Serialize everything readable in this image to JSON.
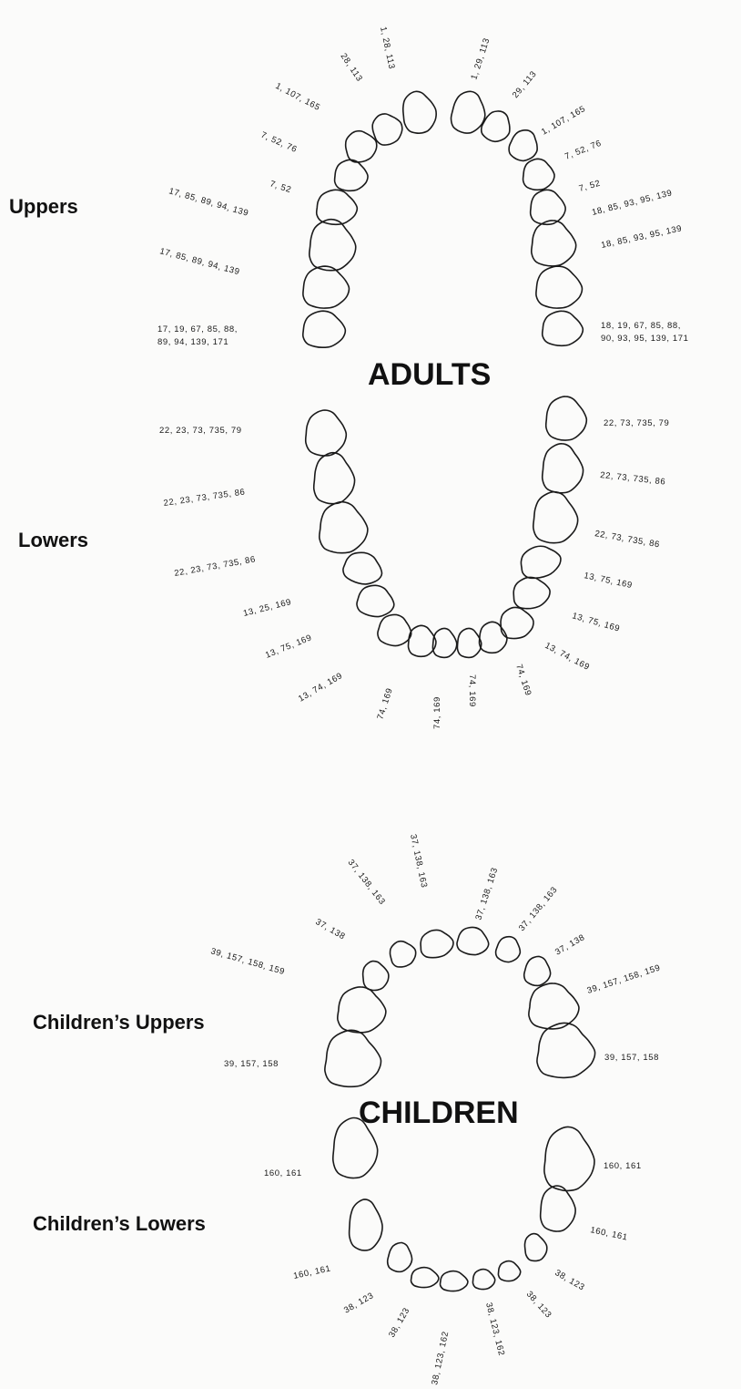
{
  "adults": {
    "title": "ADULTS",
    "uppers_label": "Uppers",
    "lowers_label": "Lowers",
    "upper_left": [
      "1, 28, 113",
      "28, 113",
      "1, 107, 165",
      "7, 52, 76",
      "7, 52",
      "17, 85, 89, 94, 139",
      "17, 85, 89, 94, 139",
      [
        "17, 19, 67, 85, 88,",
        "89, 94, 139, 171"
      ]
    ],
    "upper_right": [
      "1, 29, 113",
      "29, 113",
      "1, 107, 165",
      "7, 52, 76",
      "7, 52",
      "18, 85, 93, 95, 139",
      "18, 85, 93, 95, 139",
      [
        "18, 19, 67, 85, 88,",
        "90, 93, 95, 139, 171"
      ]
    ],
    "lower_left": [
      "22, 23, 73, 735, 79",
      "22, 23, 73, 735, 86",
      "22, 23, 73, 735, 86",
      "13, 25, 169",
      "13, 75, 169",
      "13, 74, 169",
      "74, 169",
      "74, 169"
    ],
    "lower_right": [
      "22, 73, 735, 79",
      "22, 73, 735, 86",
      "22, 73, 735, 86",
      "13, 75, 169",
      "13, 75, 169",
      "13, 74, 169",
      "74, 169",
      "74, 169"
    ]
  },
  "children": {
    "title": "CHILDREN",
    "uppers_label": "Children’s Uppers",
    "lowers_label": "Children’s Lowers",
    "upper_left": [
      "37, 138, 163",
      "37, 138, 163",
      "37, 138",
      "39, 157, 158, 159",
      "39, 157, 158"
    ],
    "upper_right": [
      "37, 138, 163",
      "37, 138, 163",
      "37, 138",
      "39, 157, 158, 159",
      "39, 157, 158"
    ],
    "lower_left": [
      "160, 161",
      "160, 161",
      "38, 123",
      "38, 123",
      "38, 123, 162"
    ],
    "lower_right": [
      "160, 161",
      "160, 161",
      "38, 123",
      "38, 123",
      "38, 123, 162"
    ]
  }
}
